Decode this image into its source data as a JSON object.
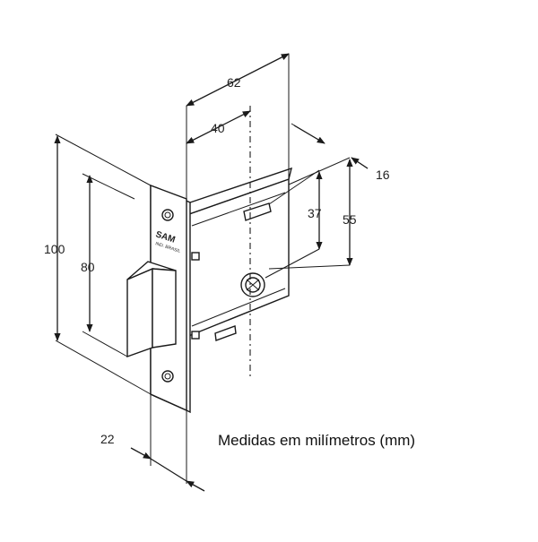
{
  "diagram": {
    "dimensions": {
      "width_62": "62",
      "width_40": "40",
      "depth_16": "16",
      "height_37": "37",
      "height_55": "55",
      "height_100": "100",
      "height_80": "80",
      "thickness_22": "22"
    },
    "brand_mark": "SAM",
    "brand_sub": "IND. BRASIL",
    "caption": "Medidas em milímetros (mm)"
  },
  "colors": {
    "stroke": "#1a1a1a",
    "background": "#ffffff"
  }
}
